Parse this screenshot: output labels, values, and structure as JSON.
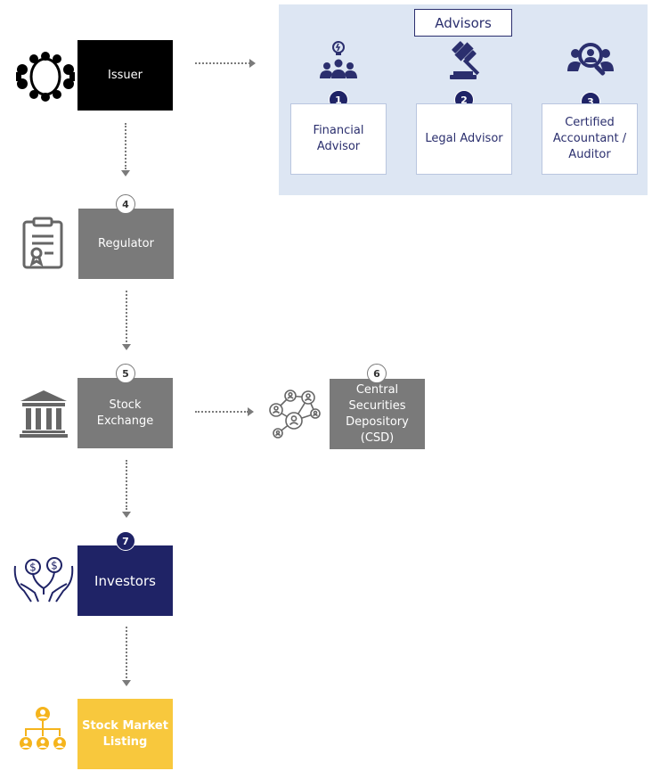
{
  "advisors": {
    "title": "Advisors",
    "items": [
      {
        "number": "1",
        "label": "Financial\nAdvisor",
        "icon": "team-idea-icon"
      },
      {
        "number": "2",
        "label": "Legal Advisor",
        "icon": "gavel-icon"
      },
      {
        "number": "3",
        "label": "Certified\nAccountant /\nAuditor",
        "icon": "auditor-search-icon"
      }
    ]
  },
  "steps": [
    {
      "label": "Issuer",
      "icon": "boardroom-icon"
    },
    {
      "number": "4",
      "label": "Regulator",
      "icon": "certificate-clipboard-icon"
    },
    {
      "number": "5",
      "label": "Stock\nExchange",
      "icon": "bank-building-icon"
    },
    {
      "number": "6",
      "label": "Central\nSecurities\nDepository\n(CSD)",
      "icon": "network-people-icon"
    },
    {
      "number": "7",
      "label": "Investors",
      "icon": "hands-coins-icon"
    },
    {
      "label": "Stock Market\nListing",
      "icon": "org-chart-icon"
    }
  ],
  "colors": {
    "issuer": "#000000",
    "grey_step": "#7a7a7a",
    "investors": "#1f2366",
    "listing": "#f8c83d",
    "advisor_panel": "#dde6f3",
    "navy": "#1f2366"
  }
}
